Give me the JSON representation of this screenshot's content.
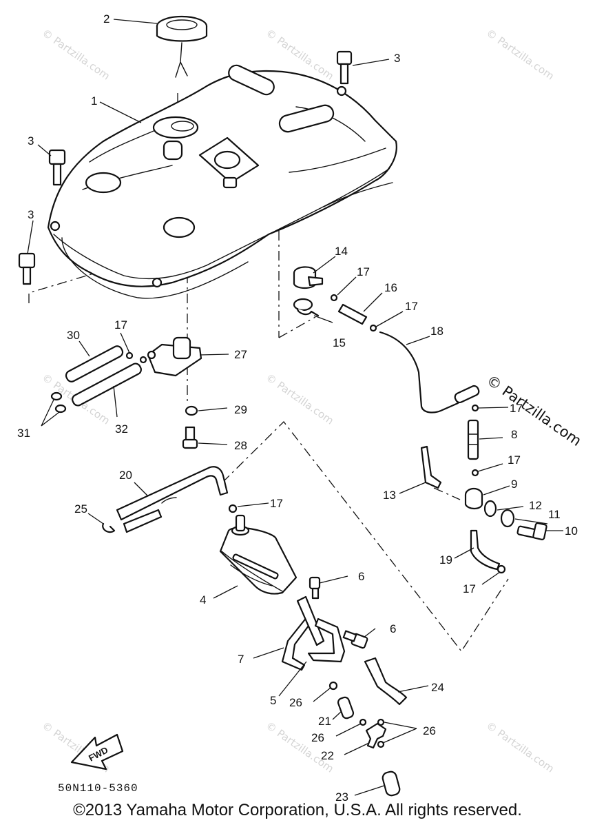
{
  "watermark": {
    "text": "© Partzilla.com",
    "main_text": "© Partzilla.com"
  },
  "callouts": {
    "c1": "1",
    "c2": "2",
    "c3a": "3",
    "c3b": "3",
    "c3c": "3",
    "c4": "4",
    "c5": "5",
    "c6a": "6",
    "c6b": "6",
    "c7": "7",
    "c8": "8",
    "c9": "9",
    "c10": "10",
    "c11": "11",
    "c12": "12",
    "c13": "13",
    "c14": "14",
    "c15": "15",
    "c16": "16",
    "c17a": "17",
    "c17b": "17",
    "c17c": "17",
    "c17d": "17",
    "c17e": "17",
    "c17f": "17",
    "c17g": "17",
    "c18": "18",
    "c19": "19",
    "c20": "20",
    "c21": "21",
    "c22": "22",
    "c23": "23",
    "c24": "24",
    "c25": "25",
    "c26a": "26",
    "c26b": "26",
    "c26c": "26",
    "c27": "27",
    "c28": "28",
    "c29": "29",
    "c30": "30",
    "c31": "31",
    "c32": "32"
  },
  "fwd_label": "FWD",
  "doc_code": "50N110-5360",
  "copyright": "©2013 Yamaha Motor Corporation, U.S.A. All rights reserved."
}
